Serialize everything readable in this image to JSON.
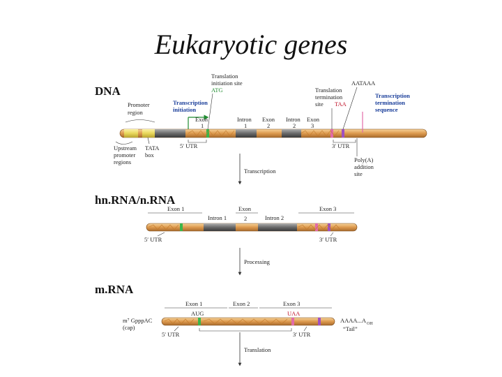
{
  "title": "Eukaryotic genes",
  "sections": {
    "dna": "DNA",
    "hnrna": "hn.RNA/n.RNA",
    "mrna": "m.RNA"
  },
  "dna": {
    "promoter_region": [
      "Promoter",
      "region"
    ],
    "upstream_promoter": [
      "Upstream",
      "promoter",
      "regions"
    ],
    "tata_box": [
      "TATA",
      "box"
    ],
    "transcription_initiation": [
      "Transcription",
      "initiation"
    ],
    "translation_initiation_site": [
      "Translation",
      "initiation site"
    ],
    "atg": "ATG",
    "exon1": [
      "Exon",
      "1"
    ],
    "intron1": [
      "Intron",
      "1"
    ],
    "exon2": [
      "Exon",
      "2"
    ],
    "intron2": [
      "Intron",
      "2"
    ],
    "exon3": [
      "Exon",
      "3"
    ],
    "utr5": "5′ UTR",
    "utr3": "3′ UTR",
    "translation_termination_site": [
      "Translation",
      "termination",
      "site"
    ],
    "taa": "TAA",
    "aataaa": "AATAAA",
    "transcription_termination_sequence": [
      "Transcription",
      "termination",
      "sequence"
    ],
    "polya_site": [
      "Poly(A)",
      "addition",
      "site"
    ]
  },
  "steps": {
    "transcription": "Transcription",
    "processing": "Processing",
    "translation": "Translation"
  },
  "hnrna": {
    "exon1": "Exon 1",
    "intron1": "Intron 1",
    "exon2": [
      "Exon",
      "2"
    ],
    "intron2": "Intron 2",
    "exon3": "Exon 3",
    "utr5": "5′ UTR",
    "utr3": "3′ UTR"
  },
  "mrna": {
    "exon1": "Exon 1",
    "aug": "AUG",
    "exon2": "Exon 2",
    "exon3": "Exon 3",
    "uaa": "UAA",
    "cap_seq": "m⁷ GpppAC",
    "cap": "(cap)",
    "tail_seq": "AAAA...A",
    "tail_sub": "OH",
    "tail": "“Tail”",
    "utr5": "5′ UTR",
    "utr3": "3′ UTR"
  },
  "colors": {
    "bar": "#e0a356",
    "intron": "#6e6e6e",
    "promoter": "#e8d75a",
    "blue": "#1a3e9a",
    "green": "#1f8a2f",
    "red": "#c0142a",
    "pink": "#e26aa8"
  }
}
